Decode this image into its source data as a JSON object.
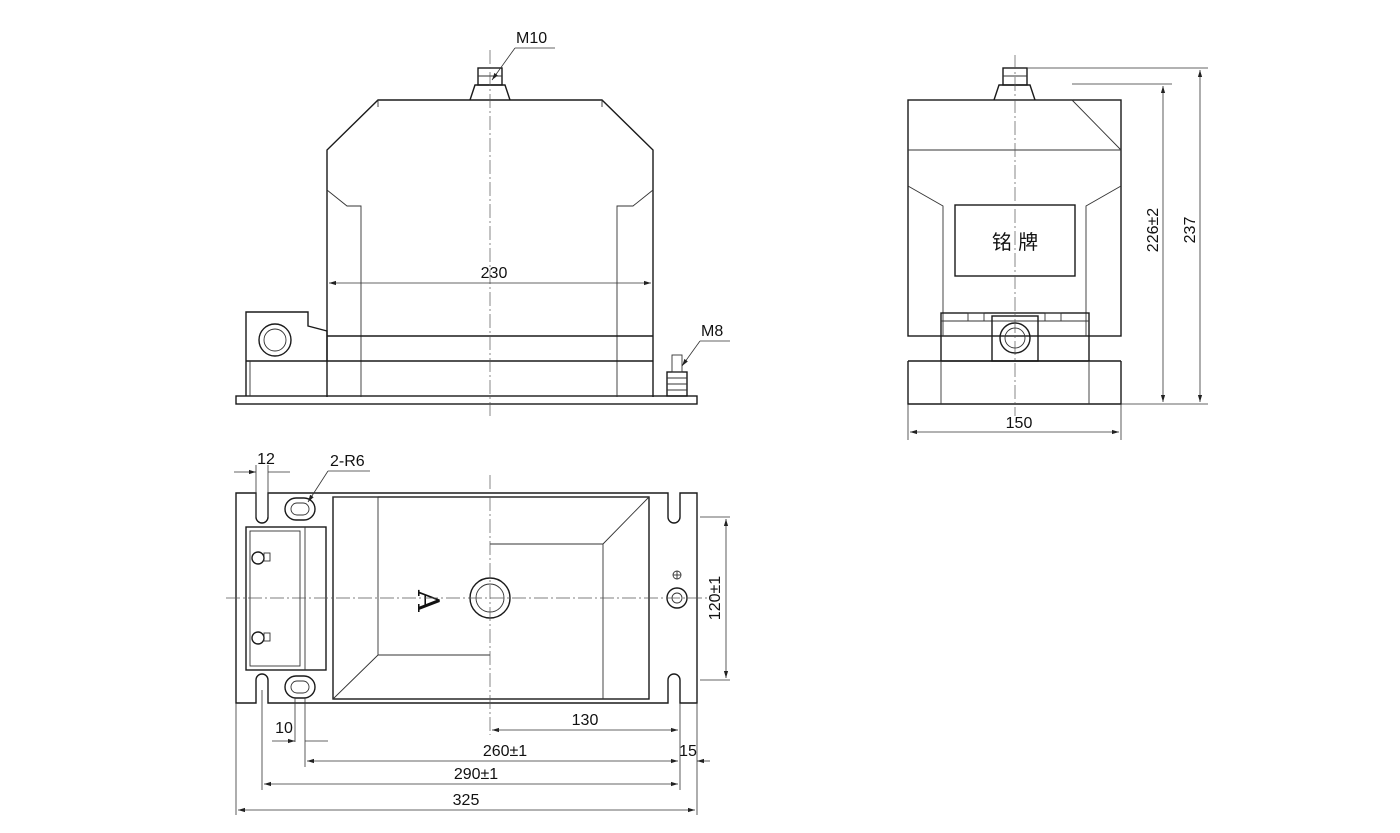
{
  "labels": {
    "m10": "M10",
    "m8": "M8",
    "d230": "230",
    "d150": "150",
    "d226": "226±2",
    "d237": "237",
    "d12": "12",
    "r6": "2-R6",
    "d120": "120±1",
    "d10": "10",
    "d130": "130",
    "d260": "260±1",
    "d15": "15",
    "d290": "290±1",
    "d325": "325",
    "nameplate": "铭  牌",
    "markA": "A"
  },
  "colors": {
    "line": "#1a1a1a",
    "background": "#ffffff"
  }
}
